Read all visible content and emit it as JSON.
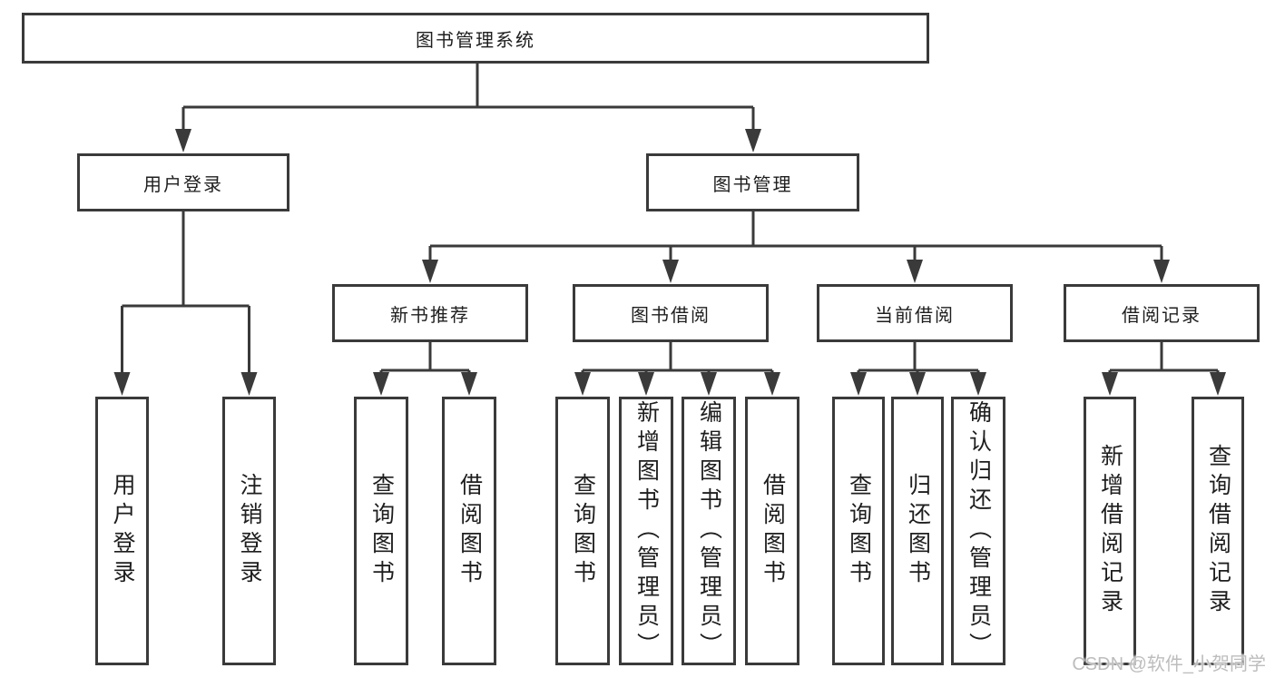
{
  "tree": {
    "label": "图书管理系统",
    "children": [
      {
        "label": "用户登录",
        "children": [
          {
            "label": "用户登录"
          },
          {
            "label": "注销登录"
          }
        ]
      },
      {
        "label": "图书管理",
        "children": [
          {
            "label": "新书推荐",
            "children": [
              {
                "label": "查询图书"
              },
              {
                "label": "借阅图书"
              }
            ]
          },
          {
            "label": "图书借阅",
            "children": [
              {
                "label": "查询图书"
              },
              {
                "label": "新增图书（管理员）"
              },
              {
                "label": "编辑图书（管理员）"
              },
              {
                "label": "借阅图书"
              }
            ]
          },
          {
            "label": "当前借阅",
            "children": [
              {
                "label": "查询图书"
              },
              {
                "label": "归还图书"
              },
              {
                "label": "确认归还（管理员）"
              }
            ]
          },
          {
            "label": "借阅记录",
            "children": [
              {
                "label": "新增借阅记录"
              },
              {
                "label": "查询借阅记录"
              }
            ]
          }
        ]
      }
    ]
  },
  "watermark": {
    "text": "CSDN @软件_小贺同学"
  },
  "colors": {
    "line": "#3a3a3a",
    "text": "#1e1e1e",
    "watermark": "#bdbdbd",
    "background": "#ffffff"
  }
}
